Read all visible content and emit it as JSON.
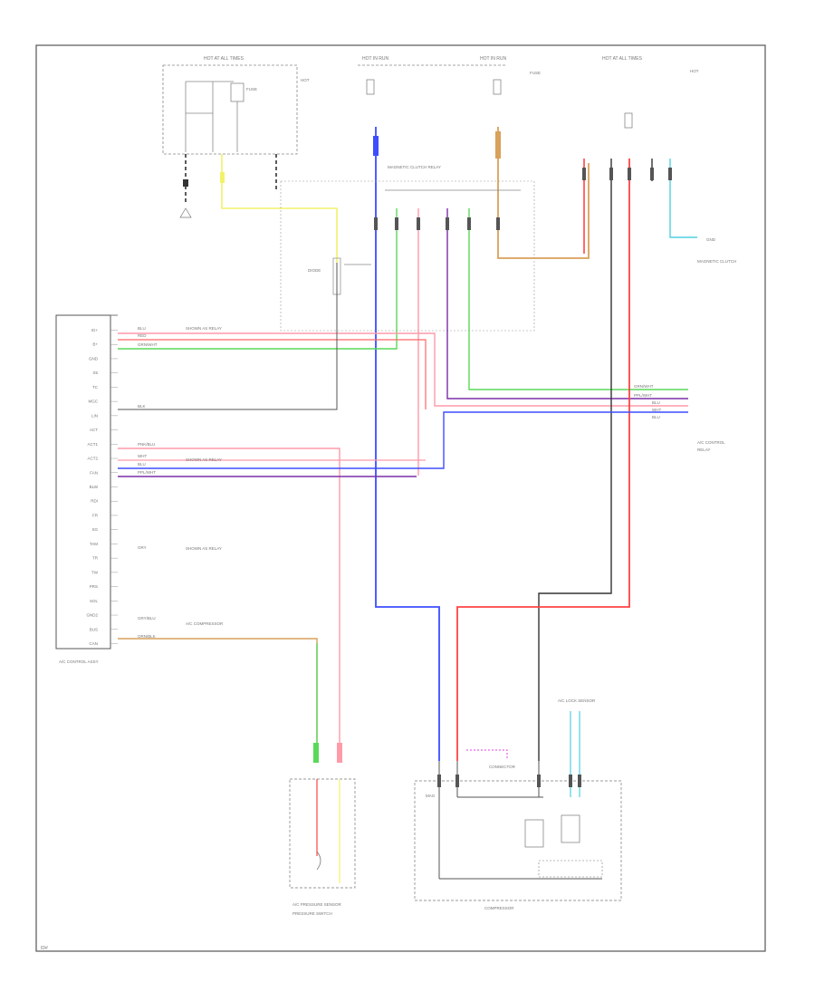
{
  "diagram": {
    "type": "wiring-diagram",
    "footer_code": "ID#",
    "colors": {
      "red": "#ff4444",
      "pink": "#ff9aa8",
      "blue": "#3d4dff",
      "purple": "#7a2ea8",
      "green": "#5ad85a",
      "yellow": "#f2f26a",
      "orange": "#d9a15a",
      "cyan": "#4fd0e0",
      "black": "#333333",
      "gray": "#8a8a8a",
      "magenta": "#e040e0",
      "frame": "#555555"
    },
    "top_labels": {
      "fuse_box_left": "HOT AT ALL TIMES",
      "fuse_mid_a": "HOT IN RUN",
      "fuse_mid_b": "HOT IN RUN",
      "fuse_right": "HOT AT ALL TIMES"
    },
    "ecu_label": "A/C CONTROL ASSY",
    "ecu_pins": [
      "IG+",
      "B+",
      "GND",
      "S5",
      "TC",
      "MGC",
      "LIN",
      "ACT",
      "ACT1",
      "ACT2",
      "FAN",
      "BLW",
      "RDI",
      "FR",
      "SG",
      "TAM",
      "TR",
      "TW",
      "PRS",
      "SOL",
      "GND2",
      "BUS",
      "CAN"
    ],
    "left_wire_labels": {
      "w1": "BLU",
      "w2": "RED",
      "w3": "GRN/WHT",
      "w4": "BLK",
      "w5": "PNK/BLU",
      "w6": "WHT",
      "w7": "BLU",
      "w8": "PPL/WHT",
      "w9": "GRY",
      "w10": "GRY/BLU",
      "w11": "ORN/BLK"
    },
    "left_notes": {
      "n1": "SHOWN AS RELAY",
      "n2": "SHOWN AS RELAY",
      "n3": "SHOWN AS RELAY",
      "n4": "A/C COMPRESSOR"
    },
    "right_wire_labels": {
      "r1": "GRN/WHT",
      "r2": "PPL/WHT",
      "r3": "BLU",
      "r4": "WHT",
      "r5": "BLU"
    },
    "right_component_label": "A/C CONTROL",
    "right_component_sub": "RELAY",
    "mid_labels": {
      "relay": "MAGNETIC CLUTCH RELAY",
      "diode": "DIODE",
      "dist": "CONNECTOR"
    },
    "bottom_left_label": "A/C PRESSURE SENSOR",
    "bottom_left_sub": "PRESSURE SWITCH",
    "bottom_right_label": "COMPRESSOR",
    "bottom_right_top": "A/C LOCK SENSOR",
    "top_left_comp": "FUSE",
    "right_side_comp": "MAGNETIC CLUTCH"
  }
}
